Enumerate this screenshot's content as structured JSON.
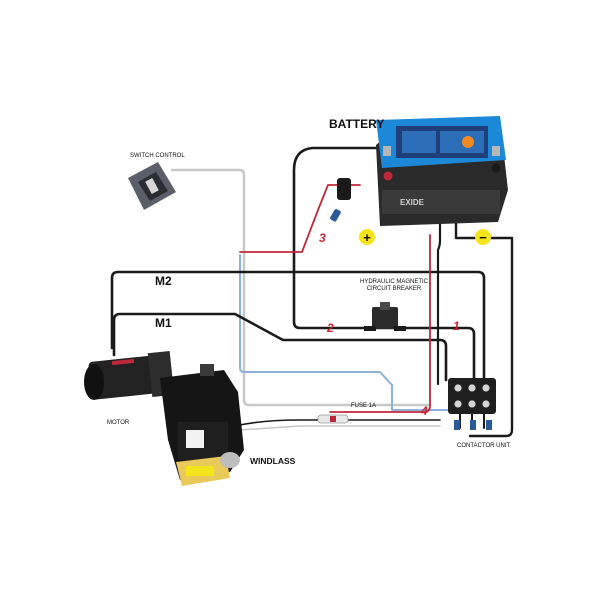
{
  "labels": {
    "battery": "BATTERY",
    "switch_control": "SWITCH CONTROL",
    "m2": "M2",
    "m1": "M1",
    "breaker_line1": "HYDRAULIC MAGNETIC",
    "breaker_line2": "CIRCUIT BREAKER",
    "fuse": "FUSE 1A",
    "motor": "MOTOR",
    "windlass": "WINDLASS",
    "contactor": "CONTACTOR UNIT"
  },
  "battery_terminals": {
    "positive": "+",
    "negative": "−"
  },
  "wire_numbers": [
    "1",
    "2",
    "3",
    "4"
  ],
  "colors": {
    "wire_black": "#1a1a1a",
    "wire_red": "#c0283a",
    "wire_blue": "#8fb0d8",
    "wire_grey": "#c8c8c8",
    "battery_blue": "#1e88d8",
    "terminal_yellow": "#f3e41c"
  }
}
